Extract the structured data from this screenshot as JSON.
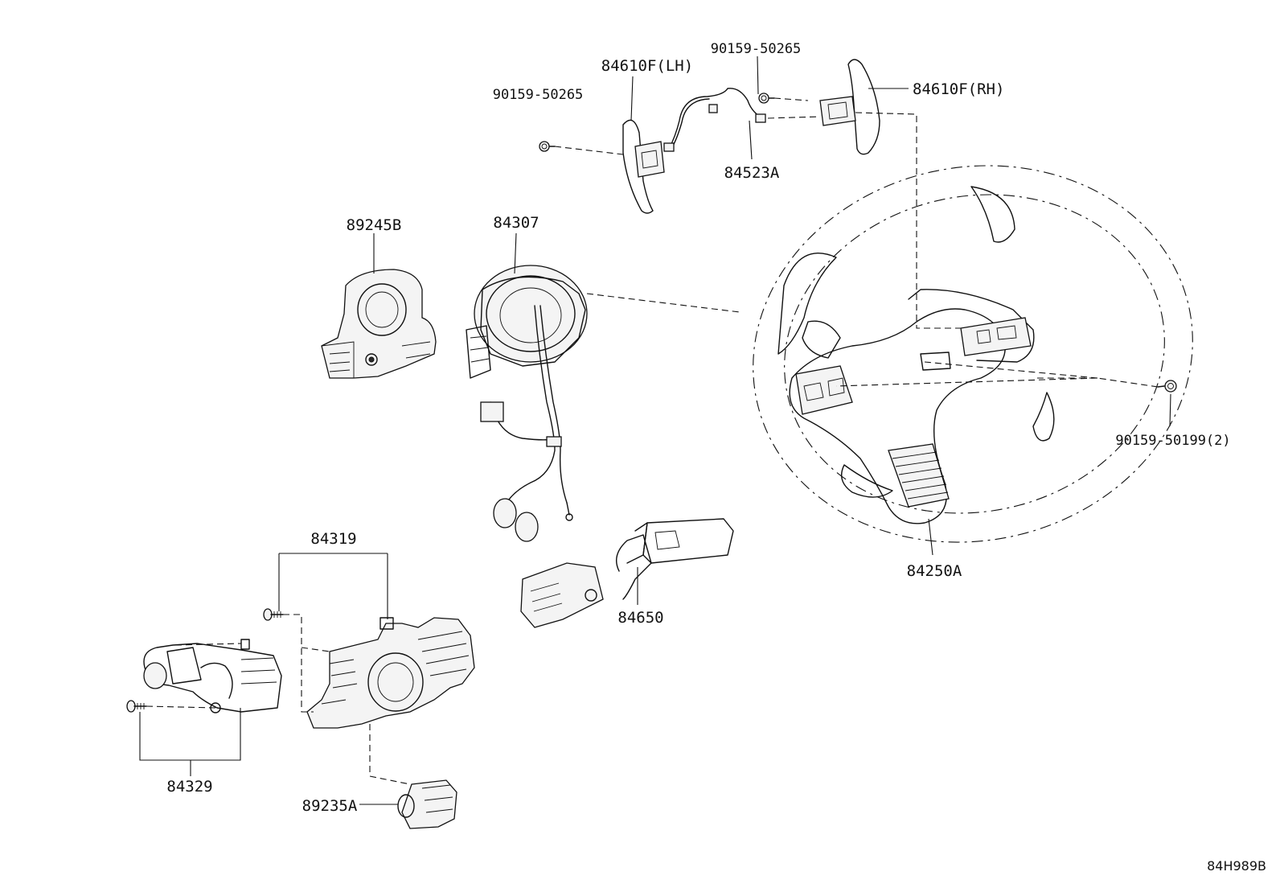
{
  "labels": {
    "bolt_top_left": "90159-50265",
    "paddle_lh": "84610F(LH)",
    "bolt_top_center": "90159-50265",
    "paddle_rh": "84610F(RH)",
    "harness": "84523A",
    "sensor": "89245B",
    "spiral_cable": "84307",
    "bolt_right": "90159-50199(2)",
    "steering_wheel": "84250A",
    "switch_body": "84319",
    "wiper_switch": "84650",
    "turn_switch": "84329",
    "small_switch": "89235A"
  },
  "figure_ref": "84H989B"
}
